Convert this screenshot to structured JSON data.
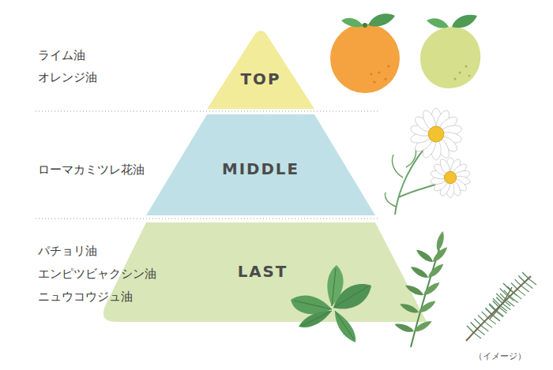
{
  "diagram": {
    "nodes": [
      {
        "text": [
          "TOP"
        ]
      },
      {
        "text": [
          "MIDDLE"
        ]
      },
      {
        "text": [
          "LAST"
        ]
      }
    ],
    "labels": [
      "ライム油",
      "オレンジ油",
      "ローマカミツレ花油",
      "パチョリ油",
      "エンピツビャクシン油",
      "ニュウコウジュ油",
      "（イメージ）"
    ]
  }
}
